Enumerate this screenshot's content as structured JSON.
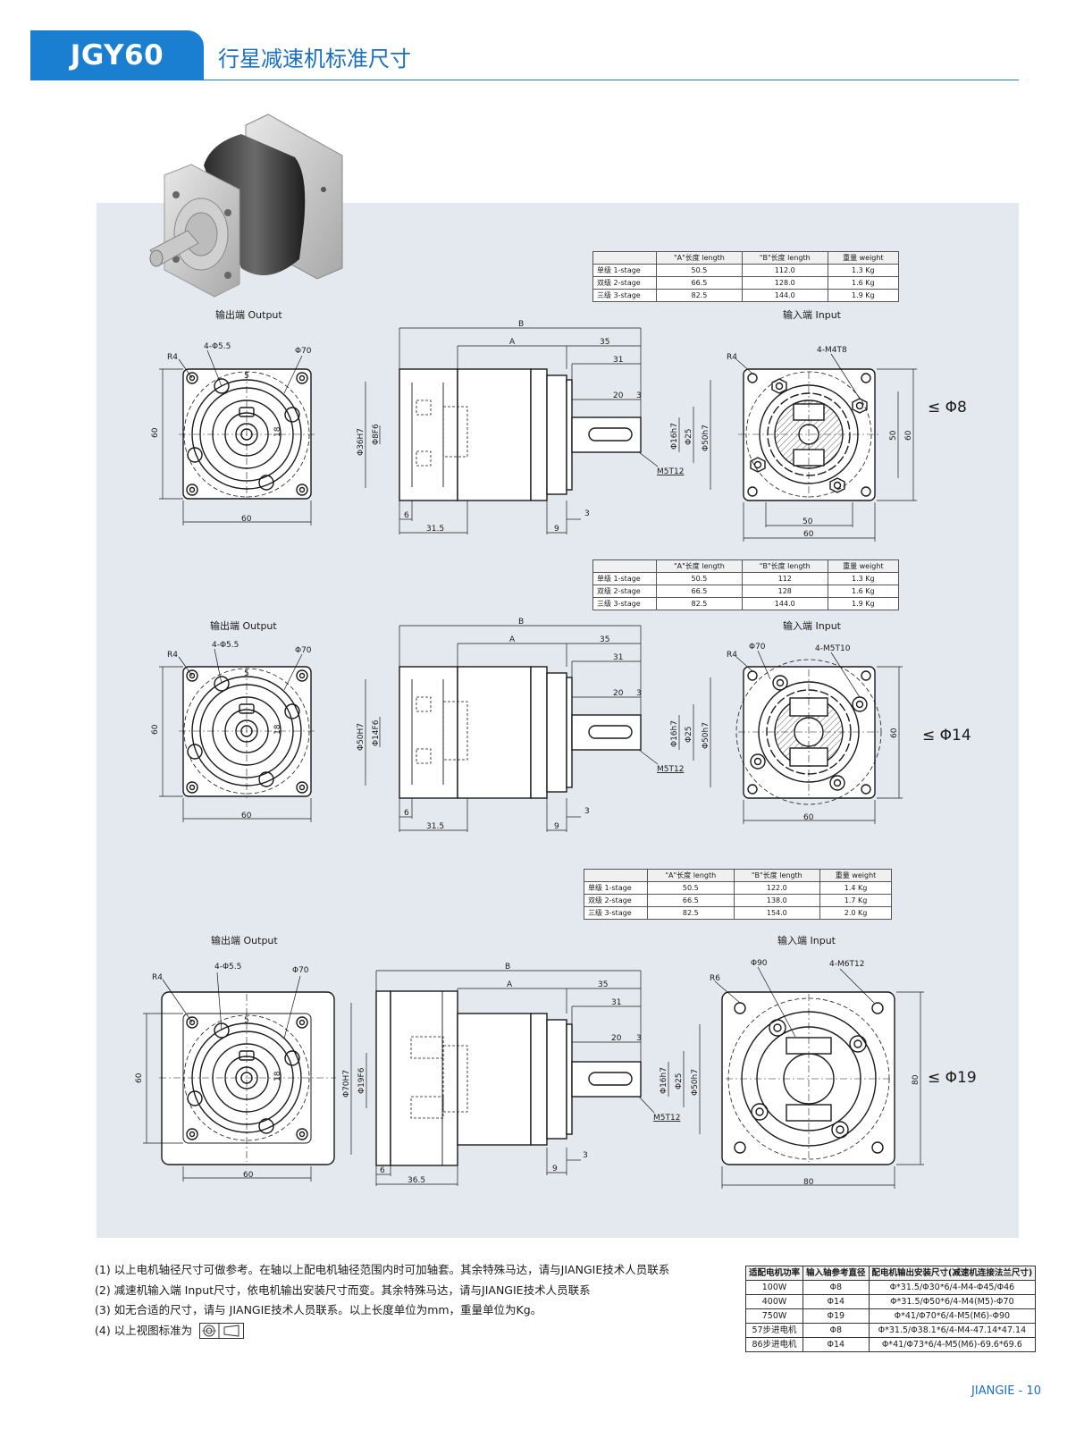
{
  "header": {
    "model": "JGY60",
    "title": "行星减速机标准尺寸"
  },
  "spec_tables": [
    {
      "headers": [
        "",
        "\"A\"长度 length",
        "\"B\"长度 length",
        "重量 weight"
      ],
      "rows": [
        [
          "单级 1-stage",
          "50.5",
          "112.0",
          "1.3 Kg"
        ],
        [
          "双级 2-stage",
          "66.5",
          "128.0",
          "1.6 Kg"
        ],
        [
          "三级 3-stage",
          "82.5",
          "144.0",
          "1.9 Kg"
        ]
      ]
    },
    {
      "headers": [
        "",
        "\"A\"长度 length",
        "\"B\"长度 length",
        "重量 weight"
      ],
      "rows": [
        [
          "单级 1-stage",
          "50.5",
          "112",
          "1.3 Kg"
        ],
        [
          "双级 2-stage",
          "66.5",
          "128",
          "1.6 Kg"
        ],
        [
          "三级 3-stage",
          "82.5",
          "144.0",
          "1.9 Kg"
        ]
      ]
    },
    {
      "headers": [
        "",
        "\"A\"长度 length",
        "\"B\"长度 length",
        "重量 weight"
      ],
      "rows": [
        [
          "单级 1-stage",
          "50.5",
          "122.0",
          "1.4 Kg"
        ],
        [
          "双级 2-stage",
          "66.5",
          "138.0",
          "1.7 Kg"
        ],
        [
          "三级 3-stage",
          "82.5",
          "154.0",
          "2.0 Kg"
        ]
      ]
    }
  ],
  "views": {
    "output_label": "输出端 Output",
    "input_label": "输入端 Input"
  },
  "dims": {
    "r4": "R4",
    "r6": "R6",
    "hole_out": "4-Φ5.5",
    "phi70": "Φ70",
    "phi90": "Φ90",
    "d60": "60",
    "d50": "50",
    "d80": "80",
    "d5": "5",
    "d18": "18",
    "B": "B",
    "A": "A",
    "d35": "35",
    "d31": "31",
    "d20": "20",
    "d3": "3",
    "d6": "6",
    "d9": "9",
    "d31_5": "31.5",
    "d36_5": "36.5",
    "phi16": "Φ16h7",
    "phi25": "Φ25",
    "phi50h7": "Φ50h7",
    "key": "M5T12",
    "row1_bore": "Φ36H7",
    "row1_shaft": "Φ8F6",
    "row2_bore": "Φ50H7",
    "row2_shaft": "Φ14F6",
    "row3_bore": "Φ70H7",
    "row3_shaft": "Φ19F6",
    "row1_input_hole": "4-M4T8",
    "row2_input_hole": "4-M5T10",
    "row3_input_hole": "4-M6T12"
  },
  "shaft_limits": [
    "≤ Φ8",
    "≤ Φ14",
    "≤ Φ19"
  ],
  "notes": [
    "(1) 以上电机轴径尺寸可做参考。在轴以上配电机轴径范围内时可加轴套。其余特殊马达，请与JIANGIE技术人员联系",
    "(2) 减速机输入端 Input尺寸，依电机输出安装尺寸而变。其余特殊马达，请与JIANGIE技术人员联系",
    "(3) 如无合适的尺寸，请与 JIANGIE技术人员联系。以上长度单位为mm，重量单位为Kg。",
    "(4) 以上视图标准为"
  ],
  "motor_table": {
    "headers": [
      "适配电机功率",
      "输入轴参考直径",
      "配电机输出安装尺寸(减速机连接法兰尺寸)"
    ],
    "rows": [
      [
        "100W",
        "Φ8",
        "Φ*31.5/Φ30*6/4-M4-Φ45/Φ46"
      ],
      [
        "400W",
        "Φ14",
        "Φ*31.5/Φ50*6/4-M4(M5)-Φ70"
      ],
      [
        "750W",
        "Φ19",
        "Φ*41/Φ70*6/4-M5(M6)-Φ90"
      ],
      [
        "57步进电机",
        "Φ8",
        "Φ*31.5/Φ38.1*6/4-M4-47.14*47.14"
      ],
      [
        "86步进电机",
        "Φ14",
        "Φ*41/Φ73*6/4-M5(M6)-69.6*69.6"
      ]
    ]
  },
  "footer": {
    "brand": "JIANGIE",
    "sep": "-",
    "page": "10"
  }
}
